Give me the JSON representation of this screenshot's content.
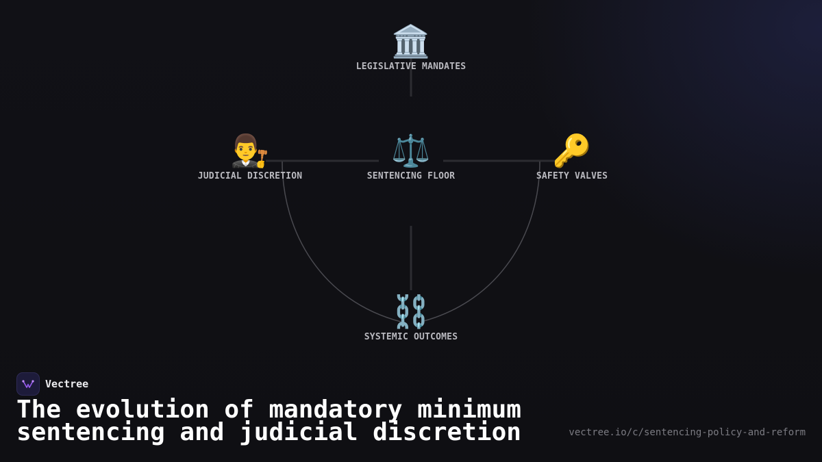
{
  "diagram": {
    "nodes": [
      {
        "id": "legislative",
        "icon": "classical-building-icon",
        "glyph": "🏛️",
        "label": "LEGISLATIVE MANDATES"
      },
      {
        "id": "judicial",
        "icon": "judge-icon",
        "glyph": "👨‍⚖️",
        "label": "JUDICIAL DISCRETION"
      },
      {
        "id": "floor",
        "icon": "balance-scale-icon",
        "glyph": "⚖️",
        "label": "SENTENCING FLOOR"
      },
      {
        "id": "safety",
        "icon": "key-icon",
        "glyph": "🔑",
        "label": "SAFETY VALVES"
      },
      {
        "id": "systemic",
        "icon": "chains-icon",
        "glyph": "⛓️",
        "label": "SYSTEMIC OUTCOMES"
      }
    ],
    "edges": [
      {
        "from": "legislative",
        "to": "floor",
        "style": "straight"
      },
      {
        "from": "judicial",
        "to": "floor",
        "style": "straight"
      },
      {
        "from": "floor",
        "to": "safety",
        "style": "straight"
      },
      {
        "from": "floor",
        "to": "systemic",
        "style": "straight"
      },
      {
        "from": "judicial",
        "to": "systemic",
        "style": "curve"
      },
      {
        "from": "safety",
        "to": "systemic",
        "style": "curve"
      }
    ],
    "colors": {
      "line": "#2c2c31",
      "curve": "#4a4a50",
      "label": "#b9b9bf"
    }
  },
  "brand": {
    "name": "Vectree",
    "logo_icon": "vectree-logo-icon",
    "accent": "#9b5cf0"
  },
  "title": {
    "line1": "The evolution of mandatory minimum",
    "line2": "sentencing and judicial discretion"
  },
  "url": "vectree.io/c/sentencing-policy-and-reform"
}
